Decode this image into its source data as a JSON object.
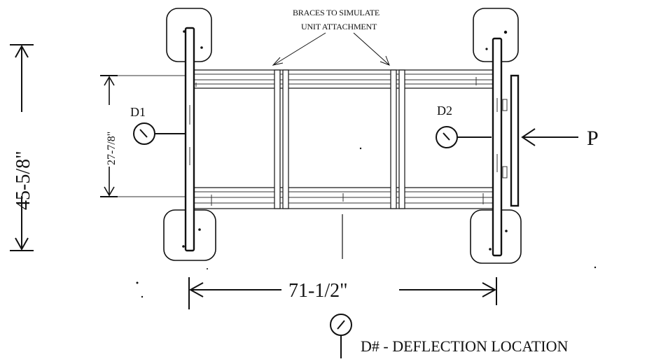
{
  "labels": {
    "braces_line1": "BRACES TO SIMULATE",
    "braces_line2": "UNIT ATTACHMENT",
    "d1": "D1",
    "d2": "D2",
    "load": "P",
    "legend": "D# - DEFLECTION LOCATION"
  },
  "dimensions": {
    "overall_height": "45-5/8\"",
    "inner_height": "27-7/8\"",
    "overall_width": "71-1/2\""
  },
  "colors": {
    "ink": "#111111",
    "background": "#ffffff"
  }
}
